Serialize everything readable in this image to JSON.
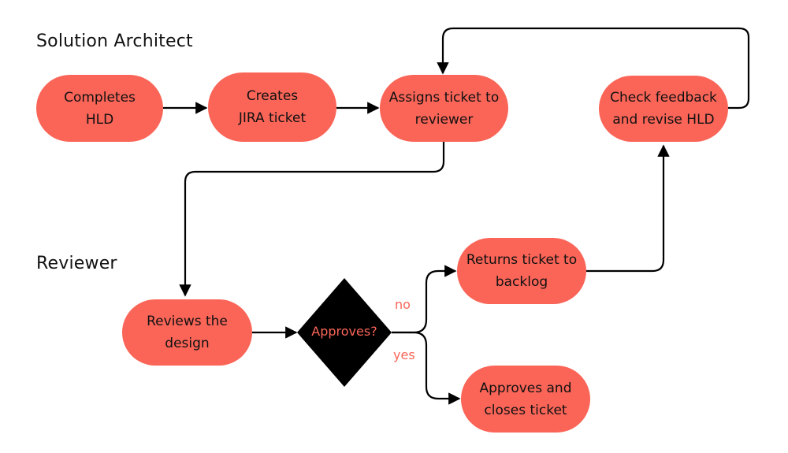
{
  "colors": {
    "node_fill": "#fa6558",
    "decision_fill": "#000000",
    "decision_text": "#fa6558",
    "edge_label": "#fa6558",
    "connector": "#000000"
  },
  "lanes": {
    "architect": "Solution Architect",
    "reviewer": "Reviewer"
  },
  "nodes": {
    "completes_hld": "Completes\nHLD",
    "creates_ticket": "Creates\nJIRA ticket",
    "assigns_ticket": "Assigns ticket to\nreviewer",
    "check_feedback": "Check feedback\nand revise HLD",
    "reviews_design": "Reviews the\ndesign",
    "returns_ticket": "Returns ticket to\nbacklog",
    "approves_closes": "Approves and\ncloses ticket"
  },
  "decision": {
    "label": "Approves?"
  },
  "edge_labels": {
    "no": "no",
    "yes": "yes"
  }
}
